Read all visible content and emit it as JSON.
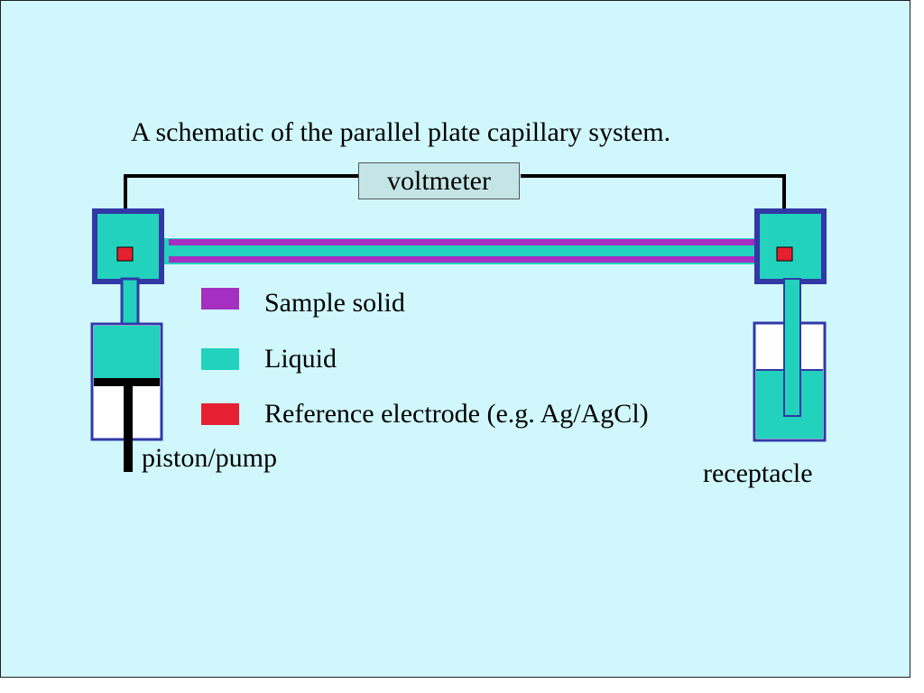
{
  "title": "A schematic of the parallel plate capillary system.",
  "voltmeter_label": "voltmeter",
  "legend": [
    {
      "label": "Sample solid",
      "color": "#a42fc0"
    },
    {
      "label": "Liquid",
      "color": "#22d2bd"
    },
    {
      "label": "Reference electrode (e.g. Ag/AgCl)",
      "color": "#e52030"
    }
  ],
  "labels": {
    "piston": "piston/pump",
    "receptacle": "receptacle"
  },
  "colors": {
    "background": "#d0f8fc",
    "reservoir_frame": "#3238a6",
    "liquid": "#22d2bd",
    "sample_solid": "#a42fc0",
    "electrode": "#e52030",
    "wire": "#000000"
  }
}
